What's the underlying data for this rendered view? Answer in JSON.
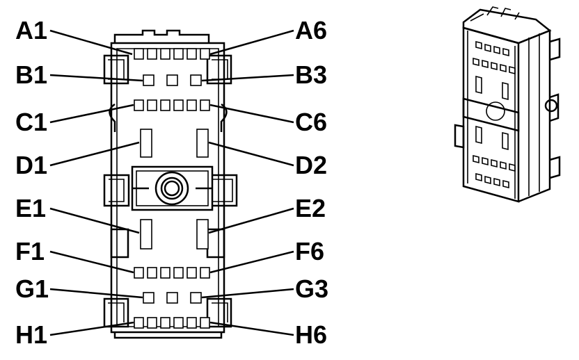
{
  "diagram": {
    "labels_left": [
      "A1",
      "B1",
      "C1",
      "D1",
      "E1",
      "F1",
      "G1",
      "H1"
    ],
    "labels_right": [
      "A6",
      "B3",
      "C6",
      "D2",
      "E2",
      "F6",
      "G3",
      "H6"
    ],
    "line_color": "#000000",
    "background": "#ffffff"
  }
}
